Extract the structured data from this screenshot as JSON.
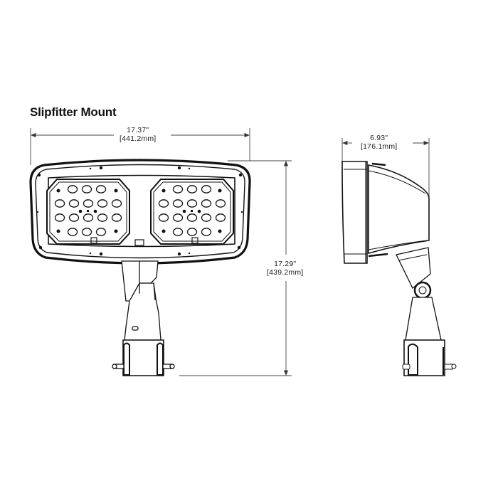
{
  "title": "Slipfitter Mount",
  "dimensions": {
    "width": {
      "inches": "17.37\"",
      "mm": "[441.2mm]"
    },
    "height": {
      "inches": "17.29\"",
      "mm": "[439.2mm]"
    },
    "depth": {
      "inches": "6.93\"",
      "mm": "[176.1mm]"
    }
  },
  "views": {
    "front": "front-view-drawing",
    "side": "side-view-drawing"
  },
  "colors": {
    "line": "#111111",
    "dimension_line": "#444444",
    "background": "#ffffff"
  }
}
